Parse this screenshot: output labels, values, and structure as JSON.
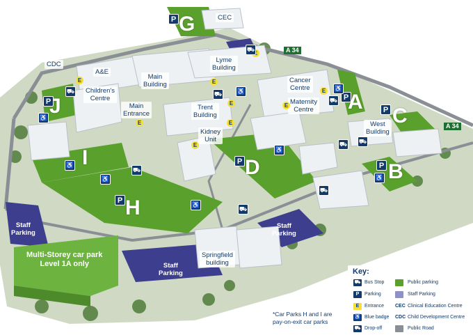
{
  "labels": {
    "cec": "CEC",
    "cdc": "CDC",
    "ae": "A&E",
    "main_building": "Main\nBuilding",
    "childrens_centre": "Children's\nCentre",
    "lyme_building": "Lyme\nBuilding",
    "cancer_centre": "Cancer\nCentre",
    "maternity_centre": "Maternity\nCentre",
    "main_entrance": "Main\nEntrance",
    "trent_building": "Trent\nBuilding",
    "kidney_unit": "Kidney\nUnit",
    "west_building": "West\nBuilding",
    "springfield_building": "Springfield\nbuilding"
  },
  "car_parks": {
    "a": "A",
    "b": "B",
    "c": "C",
    "d": "D",
    "g": "G",
    "h": "H",
    "i": "I",
    "j": "J"
  },
  "staff_parking": {
    "left": "Staff\nParking",
    "bottom": "Staff\nParking",
    "right": "Staff\nParking"
  },
  "multi_storey": "Multi-Storey car park\nLevel 1A only",
  "roads": {
    "top": "A 34",
    "right": "A 34"
  },
  "note": "*Car Parks H and I are\npay-on-exit car parks",
  "key": {
    "title": "Key:",
    "items": [
      {
        "symbol": "bus",
        "label": "Bus Stop"
      },
      {
        "symbol": "P",
        "label": "Parking"
      },
      {
        "symbol": "E",
        "label": "Entrance"
      },
      {
        "symbol": "blue-badge",
        "label": "Blue badge"
      },
      {
        "symbol": "drop-off",
        "label": "Drop-off"
      },
      {
        "symbol": "public-parking",
        "label": "Public parking"
      },
      {
        "symbol": "staff-parking",
        "label": "Staff Parking"
      },
      {
        "abbr": "CEC",
        "label": "Clinical Education Centre"
      },
      {
        "abbr": "CDC",
        "label": "Child Development Centre"
      },
      {
        "symbol": "public-road",
        "label": "Public Road"
      }
    ]
  },
  "colors": {
    "public_parking": "#5aa02c",
    "staff_parking": "#3d3f8e",
    "road_green": "#1f6e32",
    "label_blue": "#123a6b",
    "entrance_yellow": "#f5e03a"
  }
}
